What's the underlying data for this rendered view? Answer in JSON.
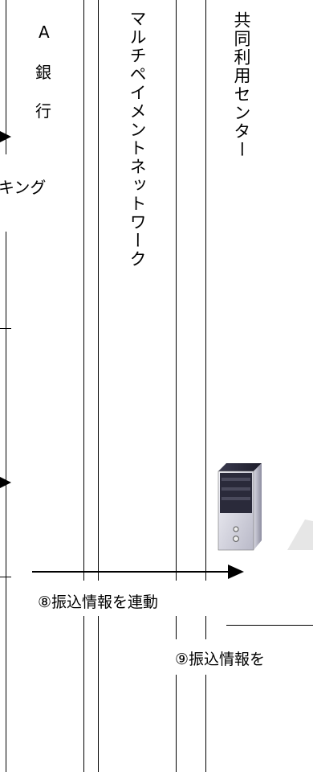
{
  "lanes": {
    "bank_a": {
      "chars": [
        "A",
        "銀",
        "行"
      ]
    },
    "multipayment": {
      "title": "マルチペイメントネットワーク"
    },
    "center": {
      "title": "共同利用センター"
    }
  },
  "labels": {
    "banking": "キング",
    "step8": "⑧振込情報を連動",
    "step9": "⑨振込情報を"
  },
  "icons": {
    "server": "server-tower-icon"
  }
}
